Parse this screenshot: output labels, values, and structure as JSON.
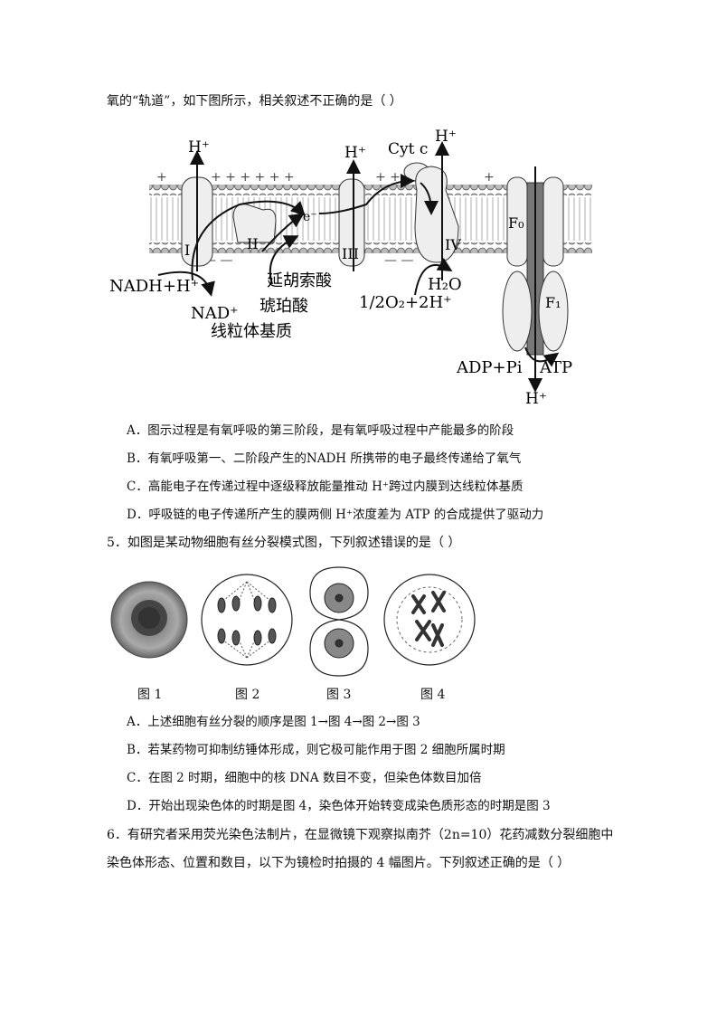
{
  "intro_line": "氧的“轨道”，如下图所示，相关叙述不正确的是（    ）",
  "diagram": {
    "h_plus": "H⁺",
    "cytc": "Cyt c",
    "complex_labels": [
      "I",
      "II",
      "III",
      "IV"
    ],
    "electron": "e⁻",
    "nadh": "NADH+H⁺",
    "nad": "NAD⁺",
    "fumarate": "延胡索酸",
    "succinate": "琥珀酸",
    "matrix": "线粒体基质",
    "oxygen": "1/2O₂+2H⁺",
    "water": "H₂O",
    "f0": "F₀",
    "f1": "F₁",
    "adp": "ADP+Pi",
    "atp": "ATP"
  },
  "q4_options": [
    "A．图示过程是有氧呼吸的第三阶段，是有氧呼吸过程中产能最多的阶段",
    "B．有氧呼吸第一、二阶段产生的NADH 所携带的电子最终传递给了氧气",
    "C．高能电子在传递过程中逐级释放能量推动 H⁺跨过内膜到达线粒体基质",
    "D．呼吸链的电子传递所产生的膜两侧 H⁺浓度差为 ATP 的合成提供了驱动力"
  ],
  "q5_stem": "5．如图是某动物细胞有丝分裂模式图，下列叙述错误的是（        ）",
  "q5_figures": [
    "图 1",
    "图 2",
    "图 3",
    "图 4"
  ],
  "q5_options": [
    "A．上述细胞有丝分裂的顺序是图 1→图 4→图 2→图 3",
    "B．若某药物可抑制纺锤体形成，则它极可能作用于图 2 细胞所属时期",
    "C．在图 2 时期，细胞中的核 DNA 数目不变，但染色体数目加倍",
    "D．开始出现染色体的时期是图 4，染色体开始转变成染色质形态的时期是图 3"
  ],
  "q6_line1": "6．有研究者采用荧光染色法制片，在显微镜下观察拟南芥（2n=10）花药减数分裂细胞中",
  "q6_line2": "染色体形态、位置和数目，以下为镜检时拍摄的 4 幅图片。下列叙述正确的是（    ）"
}
